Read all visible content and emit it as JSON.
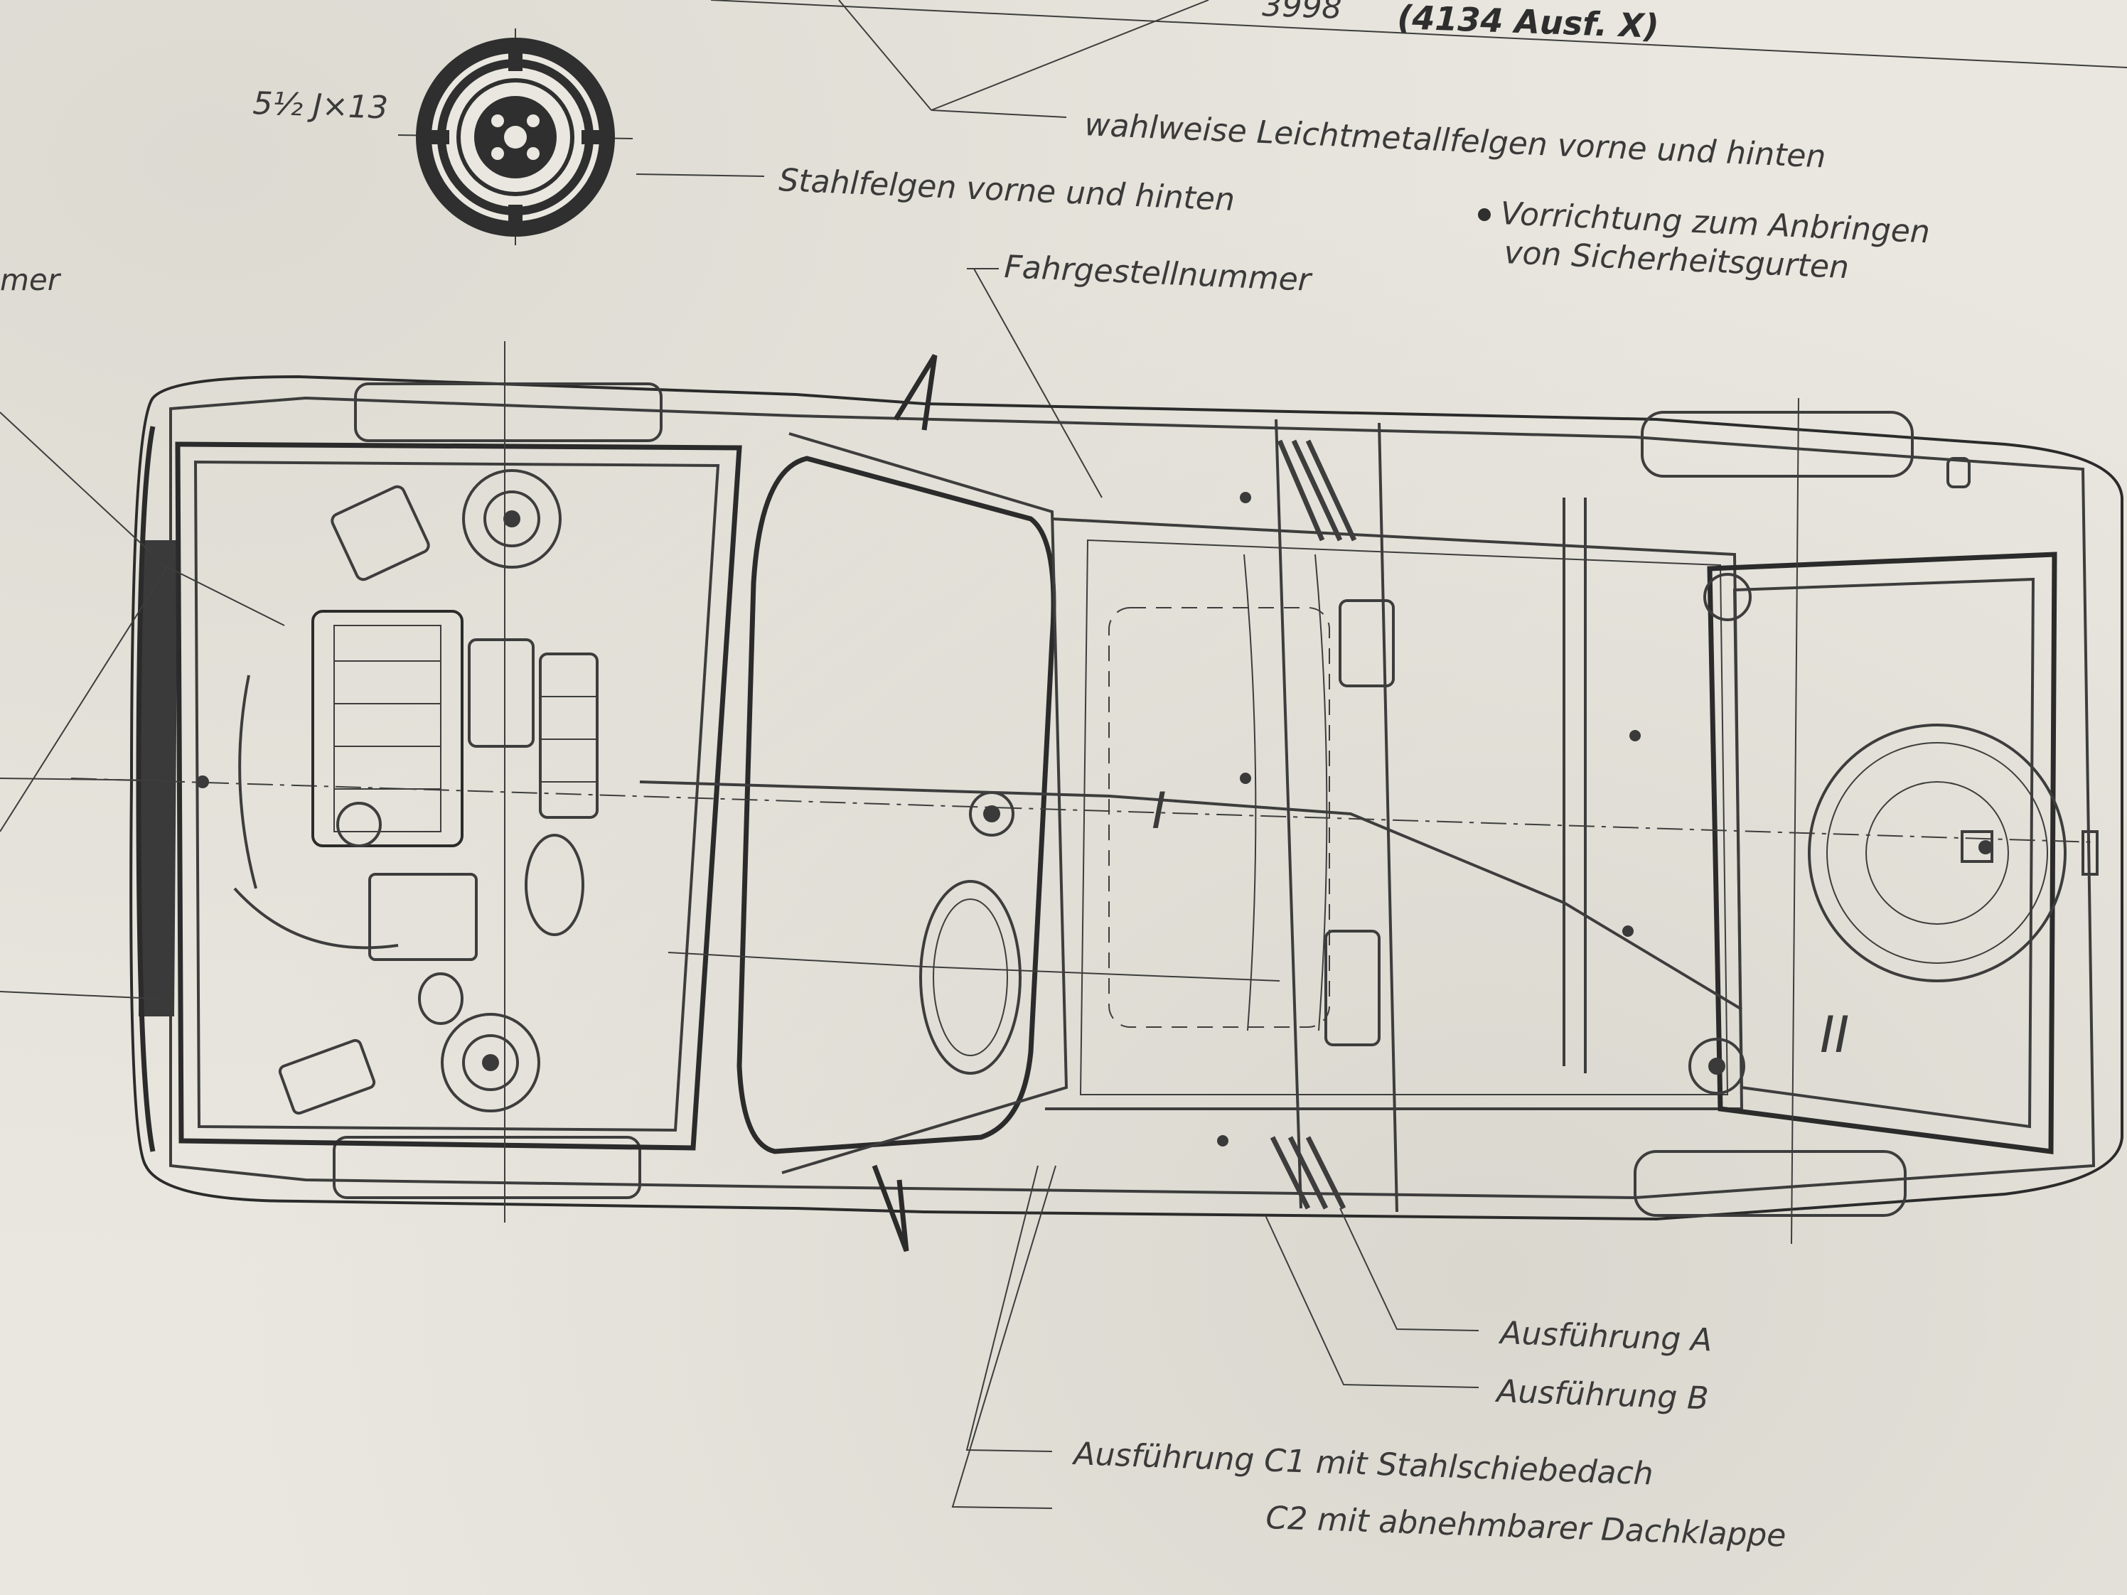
{
  "drawing": {
    "top_dimension_value": "3998",
    "top_dimension_note": "(4134 Ausf. X)",
    "rim_size": "5½ J×13",
    "labels": {
      "alloy_rims": "wahlweise Leichtmetallfelgen vorne und hinten",
      "steel_rims": "Stahlfelgen vorne und hinten",
      "seatbelt_line1": "Vorrichtung zum Anbringen",
      "seatbelt_line2": "von Sicherheitsgurten",
      "chassis_number": "Fahrgestellnummer",
      "left_edge_fragment": "mer",
      "version_a": "Ausführung A",
      "version_b": "Ausführung B",
      "version_c1": "Ausführung C1 mit Stahlschiebedach",
      "version_c2": "C2 mit abnehmbarer Dachklappe",
      "marker_one": "I",
      "marker_two": "II"
    },
    "colors": {
      "paper": "#e9e7df",
      "ink": "#3d3d3d"
    }
  }
}
